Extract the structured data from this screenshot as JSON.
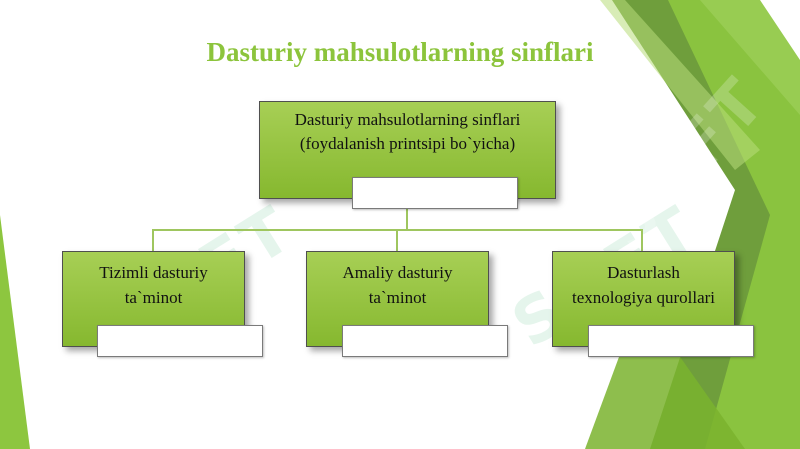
{
  "title": "Dasturiy mahsulotlarning sinflari",
  "colors": {
    "title": "#8cc43c",
    "node_fill_light": "#a7cf55",
    "node_fill_dark": "#86b82f",
    "connector": "#9fc65f",
    "accent_band_light": "#8fd44a",
    "accent_band_dark": "#6fa436"
  },
  "watermark_text": "SOFT",
  "root": {
    "label_line1": "Dasturiy mahsulotlarning sinflari",
    "label_line2": "(foydalanish printsipi bo`yicha)"
  },
  "children": [
    {
      "label_line1": "Tizimli dasturiy",
      "label_line2": "ta`minot"
    },
    {
      "label_line1": "Amaliy dasturiy",
      "label_line2": "ta`minot"
    },
    {
      "label_line1": "Dasturlash",
      "label_line2": "texnologiya qurollari"
    }
  ]
}
